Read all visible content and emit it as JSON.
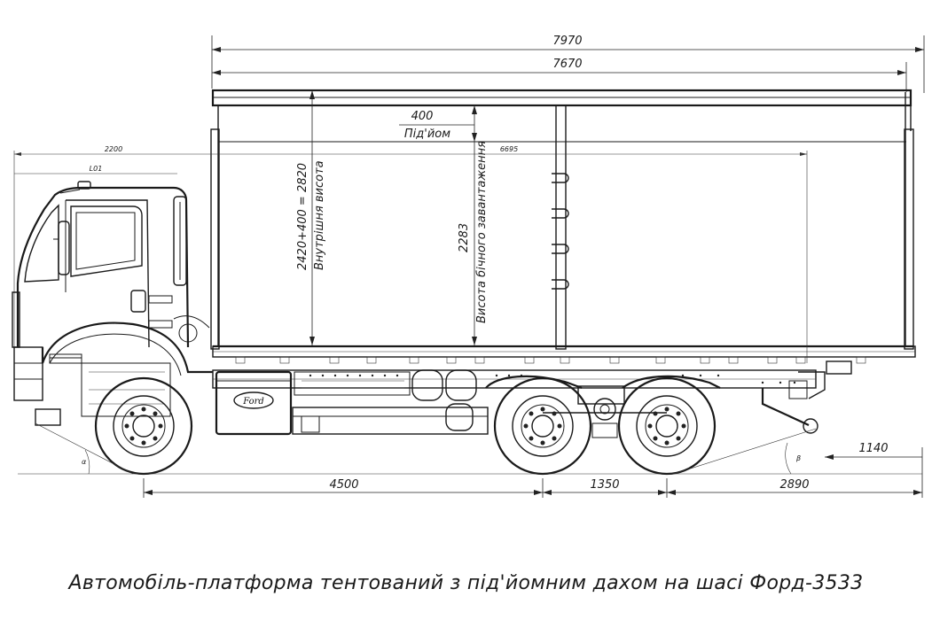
{
  "caption": "Автомобіль-платформа тентований з під'йомним дахом на шасі Форд-3533",
  "dimensions": {
    "overall_length": "7970",
    "body_length": "7670",
    "roof_lift": "400",
    "roof_lift_label": "Під'йом",
    "cab_to_axle": "2200",
    "cab_label": "L01",
    "platform_length": "6695",
    "inner_height": "2420+400 = 2820",
    "inner_height_label": "Внутрішня висота",
    "side_height": "2283",
    "side_height_label": "Висота бічного завантаження",
    "wheelbase": "4500",
    "tandem": "1350",
    "rear_overhang": "2890",
    "rear_height": "1140",
    "angle_front": "α",
    "angle_rear": "β"
  },
  "logo": "Ford"
}
